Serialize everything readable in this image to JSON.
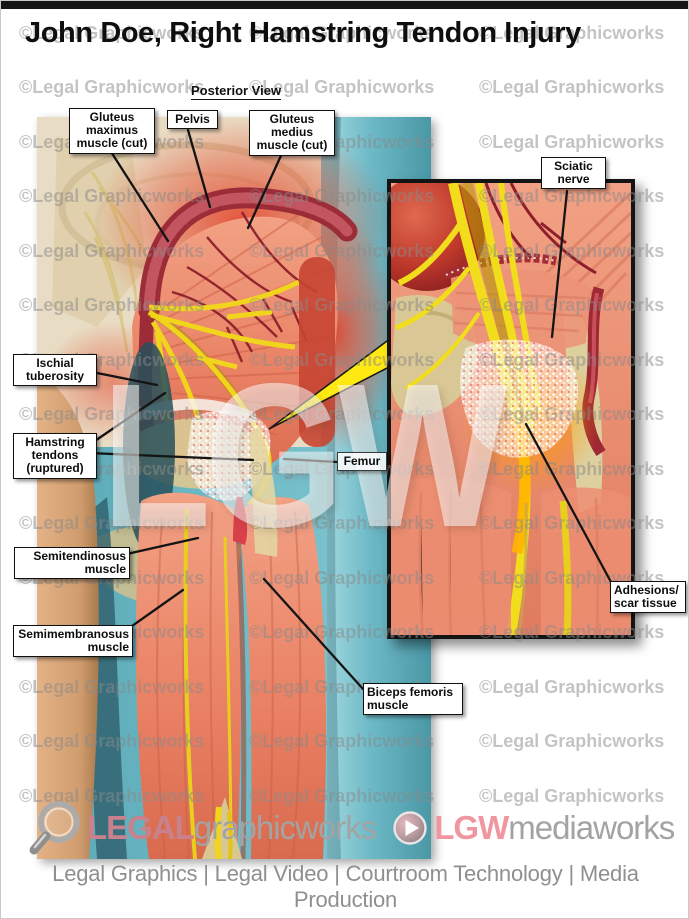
{
  "page": {
    "title": "John Doe, Right Hamstring Tendon Injury",
    "view_label": "Posterior View"
  },
  "watermark": {
    "tile_text": "©Legal Graphicworks",
    "big_text": "LGW"
  },
  "labels": [
    {
      "id": "gluteus-maximus",
      "text": "Gluteus\nmaximus\nmuscle (cut)"
    },
    {
      "id": "pelvis",
      "text": "Pelvis"
    },
    {
      "id": "gluteus-medius",
      "text": "Gluteus\nmedius\nmuscle (cut)"
    },
    {
      "id": "sciatic-nerve",
      "text": "Sciatic\nnerve"
    },
    {
      "id": "ischial-tuberosity",
      "text": "Ischial\ntuberosity"
    },
    {
      "id": "hamstring-tendons",
      "text": "Hamstring\ntendons\n(ruptured)"
    },
    {
      "id": "femur",
      "text": "Femur"
    },
    {
      "id": "semitendinosus",
      "text": "Semitendinosus\nmuscle"
    },
    {
      "id": "semimembranosus",
      "text": "Semimembranosus\nmuscle"
    },
    {
      "id": "biceps-femoris",
      "text": "Biceps femoris\nmuscle"
    },
    {
      "id": "adhesions",
      "text": "Adhesions/\nscar tissue"
    }
  ],
  "footer": {
    "brand1_accent": "LEGAL",
    "brand1_rest": "graphicworks",
    "brand2_accent": "LGW",
    "brand2_rest": "mediaworks",
    "tagline": "Legal Graphics | Legal Video | Courtroom Technology | Media Production",
    "colors": {
      "accent_pink": "#c9818d",
      "accent_pink_bright": "#f096a1",
      "text_gray": "#a3a3a3"
    }
  }
}
